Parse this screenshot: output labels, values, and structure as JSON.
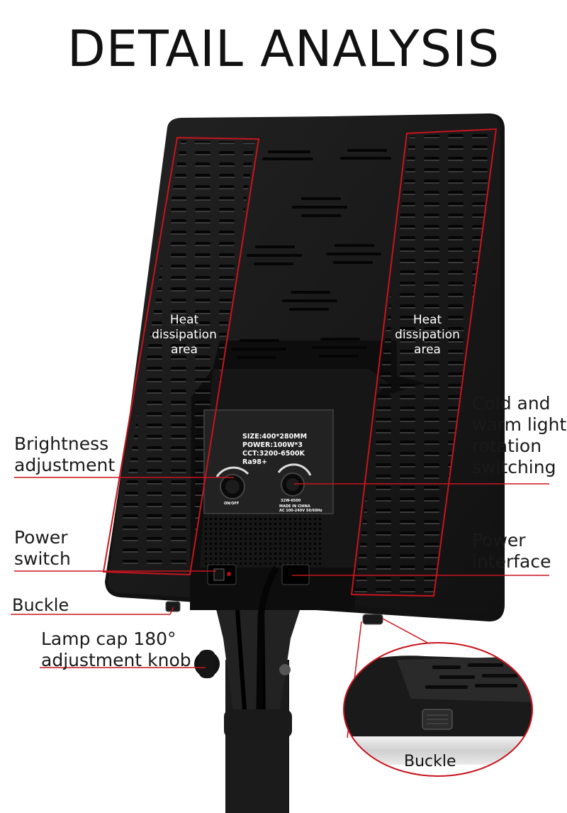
{
  "title": "DETAIL ANALYSIS",
  "callouts": {
    "heat_left": [
      "Heat",
      "dissipation",
      "area"
    ],
    "heat_right": [
      "Heat",
      "dissipation",
      "area"
    ],
    "brightness": [
      "Brightness",
      "adjustment"
    ],
    "cold_warm": [
      "Cold and",
      "warm light",
      "rotation",
      "switching"
    ],
    "power_switch": [
      "Power",
      "switch"
    ],
    "power_interface": [
      "Power",
      "interface"
    ],
    "buckle": "Buckle",
    "lamp_cap": [
      "Lamp cap 180°",
      "adjustment knob"
    ],
    "buckle_zoom": "Buckle"
  },
  "spec_plate": {
    "size": "SIZE:400*280MM",
    "power": "POWER:100W*3",
    "cct": "CCT:3200-6500K",
    "ra": "Ra98+",
    "onoff": "ON/OFF",
    "model": "32W-6500",
    "made_in": "MADE IN CHINA",
    "input": "AC 100-240V 50/60Hz"
  },
  "colors": {
    "accent_red": "#c8141e",
    "panel_black": "#141414",
    "background": "#ffffff"
  }
}
